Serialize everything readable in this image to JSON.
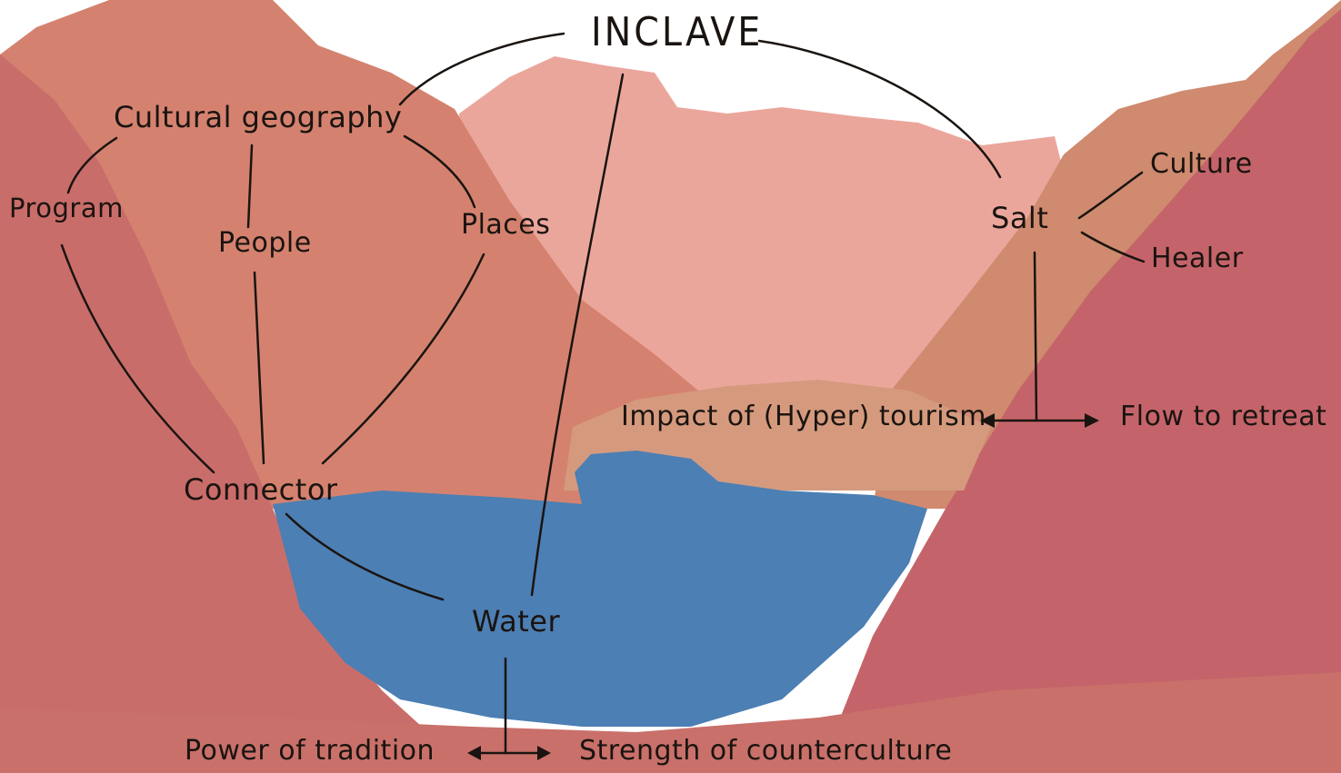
{
  "title": "INCLAVE",
  "nodes": {
    "cultural_geography": "Cultural geography",
    "program": "Program",
    "people": "People",
    "places": "Places",
    "connector": "Connector",
    "water": "Water",
    "salt": "Salt",
    "culture": "Culture",
    "healer": "Healer",
    "impact": "Impact of (Hyper) tourism",
    "flow": "Flow to retreat",
    "power": "Power of tradition",
    "strength": "Strength of counterculture"
  },
  "colors": {
    "sky": "#ffffff",
    "mountain_back": "#e9a59b",
    "mountain_mid": "#d2826f",
    "mountain_front": "#c9706a",
    "slope_right": "#c98a6e",
    "water": "#4c7fb3",
    "ink": "#1a1410"
  }
}
